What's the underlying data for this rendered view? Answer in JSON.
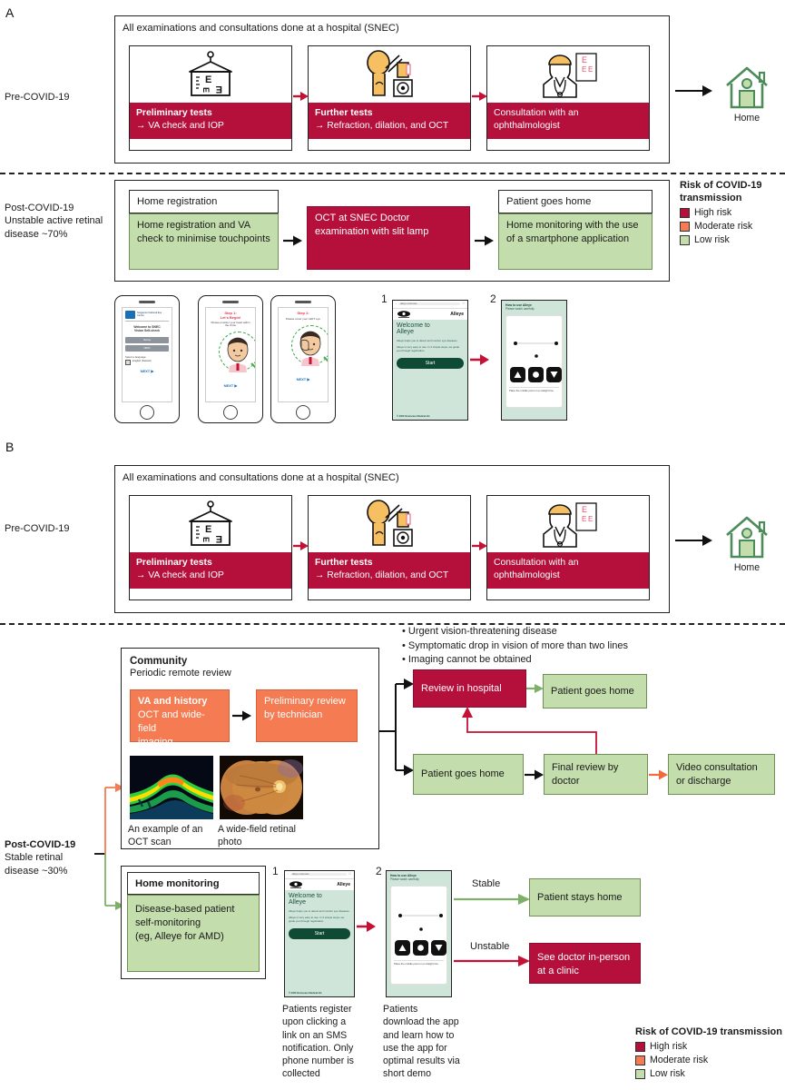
{
  "figure": {
    "panel_a_letter": "A",
    "panel_b_letter": "B"
  },
  "legend": {
    "title_line1": "Risk of COVID-19",
    "title_line2": "transmission",
    "title_full": "Risk of COVID-19 transmission",
    "items": [
      {
        "label": "High risk",
        "color": "#B5103C"
      },
      {
        "label": "Moderate risk",
        "color": "#F47B52"
      },
      {
        "label": "Low risk",
        "color": "#C3DDAC"
      }
    ]
  },
  "panel_a": {
    "pre_covid": {
      "row_label": "Pre-COVID-19",
      "container_header": "All examinations and consultations done at a hospital (SNEC)",
      "stages": [
        {
          "icon": "eye-chart-icon",
          "title": "Preliminary tests",
          "detail": "→ VA check and IOP"
        },
        {
          "icon": "slit-lamp-icon",
          "title": "Further tests",
          "detail": "→ Refraction, dilation, and OCT"
        },
        {
          "icon": "ophthalmologist-icon",
          "title": "Consultation with an",
          "detail": "ophthalmologist"
        }
      ],
      "home_label": "Home"
    },
    "post_covid": {
      "row_label_line1": "Post-COVID-19",
      "row_label_line2": "Unstable active retinal",
      "row_label_line3": "disease ~70%",
      "steps": [
        {
          "header": "Home registration",
          "body": "Home registration and VA check to minimise touchpoints",
          "risk": "low"
        },
        {
          "header": "",
          "body": "OCT at SNEC Doctor examination with slit lamp",
          "risk": "high"
        },
        {
          "header": "Patient goes home",
          "body": "Home monitoring with the use of a smartphone application",
          "risk": "low"
        }
      ]
    },
    "phones": [
      {
        "name": "snec-welcome-screen",
        "title_line1": "Welcome to SNEC",
        "title_line2": "Vision Self-check",
        "logo": "Singapore National Eye Centre",
        "field1": "Name",
        "field2": "NRIC",
        "lang_label": "Select a language:",
        "lang_option": "English (Default)",
        "next": "NEXT"
      },
      {
        "name": "step1-screen",
        "step": "Step 1:",
        "step_sub": "Let's Begin!",
        "instruction": "Please position your head within the circle",
        "next": "NEXT"
      },
      {
        "name": "step2-screen",
        "step": "Step 2:",
        "instruction": "Please cover your LEFT eye",
        "next": "NEXT"
      },
      {
        "name": "alleye-welcome-screen",
        "number": "1",
        "brand": "Alleye",
        "title_line1": "Welcome to",
        "title_line2": "Alleye",
        "body1": "Alleye helps you to detect and monitor eye diseases.",
        "body2": "Alleye is very easy to use. In 3 simple steps, we guide you through registration.",
        "button": "Start",
        "footer": "© 2020 Oculocare Medical AG"
      },
      {
        "name": "alleye-demo-screen",
        "number": "2",
        "title": "How to use Alleye",
        "subtitle": "Please watch carefully",
        "caption": "Place the middle point on a straight line."
      }
    ]
  },
  "panel_b": {
    "pre_covid": {
      "row_label": "Pre-COVID-19",
      "container_header": "All examinations and consultations done at a hospital (SNEC)",
      "stages": [
        {
          "icon": "eye-chart-icon",
          "title": "Preliminary tests",
          "detail": "→ VA check and IOP"
        },
        {
          "icon": "slit-lamp-icon",
          "title": "Further tests",
          "detail": "→ Refraction, dilation, and OCT"
        },
        {
          "icon": "ophthalmologist-icon",
          "title": "Consultation with an",
          "detail": "ophthalmologist"
        }
      ],
      "home_label": "Home"
    },
    "post_covid": {
      "row_label_line1": "Post-COVID-19",
      "row_label_line2": "Stable retinal",
      "row_label_line3": "disease ~30%"
    },
    "community": {
      "header_bold": "Community",
      "header_sub": "Periodic remote review",
      "box_va": "VA and history OCT and wide-field imaging",
      "box_va_bold": "VA and history",
      "box_va_rest_line1": "OCT and wide-field",
      "box_va_rest_line2": "imaging",
      "box_prelim_line1": "Preliminary review",
      "box_prelim_line2": "by technician",
      "oct_caption": "An example of an OCT scan",
      "retina_caption": "A wide-field retinal photo"
    },
    "criteria": [
      "• Urgent vision-threatening disease",
      "• Symptomatic drop in vision of more than two lines",
      "• Imaging cannot be obtained"
    ],
    "flow": {
      "review_hospital": "Review in hospital",
      "patient_goes_home_top": "Patient goes home",
      "patient_goes_home_bottom": "Patient goes home",
      "final_review_line1": "Final review by",
      "final_review_line2": "doctor",
      "video_consult_line1": "Video consultation",
      "video_consult_line2": "or discharge"
    },
    "home_monitoring": {
      "header": "Home monitoring",
      "body_line1": "Disease-based patient",
      "body_line2": "self-monitoring",
      "body_line3": "(eg, Alleye for AMD)"
    },
    "phones": [
      {
        "name": "alleye-welcome-screen-b",
        "number": "1",
        "brand": "Alleye",
        "title_line1": "Welcome to",
        "title_line2": "Alleye",
        "body1": "Alleye helps you to detect and monitor eye diseases.",
        "body2": "Alleye is very easy to use. In 3 simple steps, we guide you through registration.",
        "button": "Start",
        "footer": "© 2020 Oculocare Medical AG",
        "caption": "Patients register upon clicking a link on an SMS notification. Only phone number is collected"
      },
      {
        "name": "alleye-demo-screen-b",
        "number": "2",
        "title": "How to use Alleye",
        "subtitle": "Please watch carefully",
        "caption_in": "Place the middle point on a straight line.",
        "caption": "Patients download the app and learn how to use the app for optimal results via short demo"
      }
    ],
    "branch": {
      "stable_label": "Stable",
      "stable_target": "Patient stays home",
      "unstable_label": "Unstable",
      "unstable_target_line1": "See doctor in-person",
      "unstable_target_line2": "at a clinic"
    }
  },
  "colors": {
    "high_risk": "#B5103C",
    "moderate_risk": "#F47B52",
    "low_risk": "#C3DDAC",
    "home_green": "#4C8C5A",
    "arrow_dark": "#1a1a1a"
  }
}
